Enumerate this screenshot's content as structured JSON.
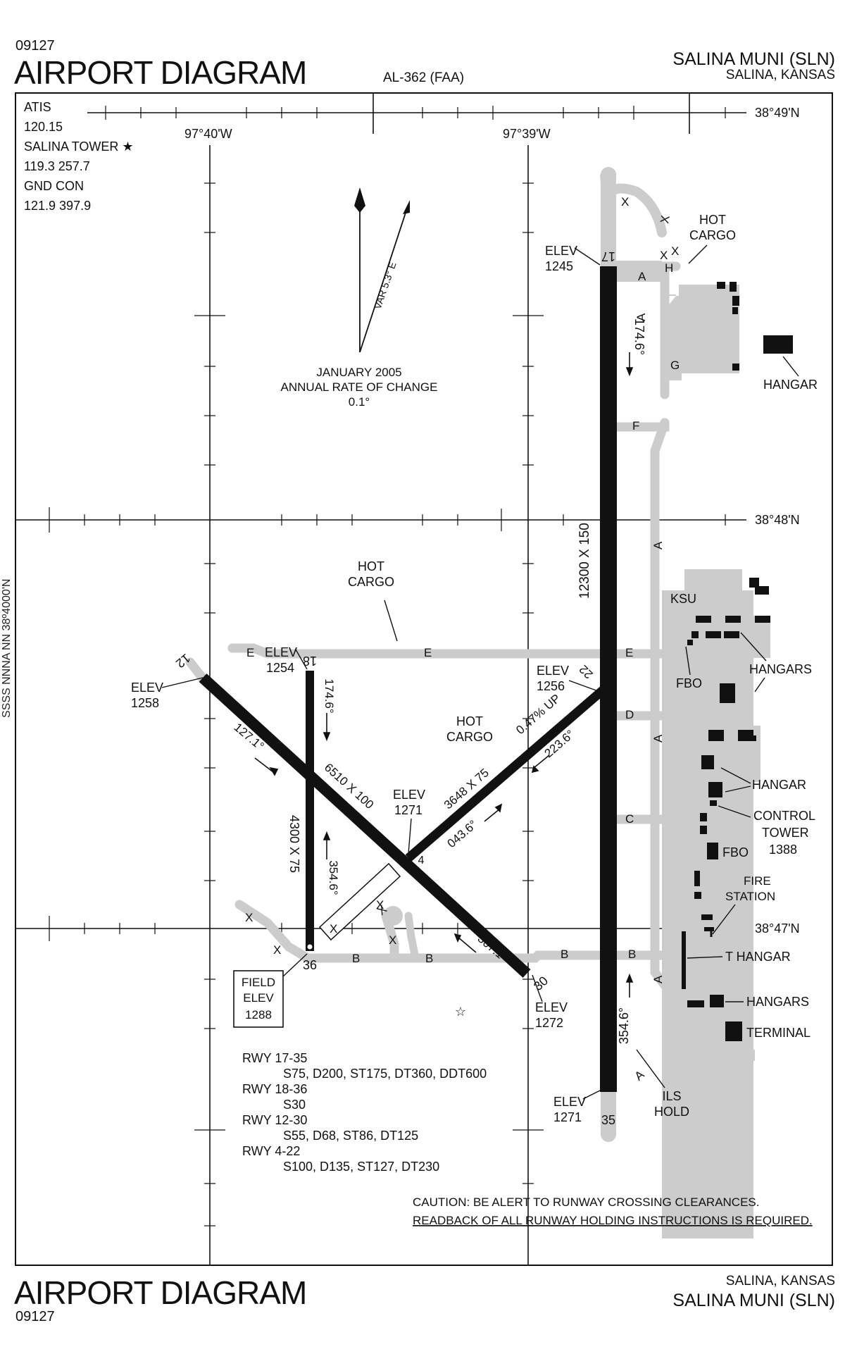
{
  "header": {
    "procedure_id": "09127",
    "title": "AIRPORT DIAGRAM",
    "procedure_number": "AL-362 (FAA)",
    "airport_name": "SALINA MUNI (SLN)",
    "city_state": "SALINA, KANSAS"
  },
  "footer": {
    "title": "AIRPORT DIAGRAM",
    "procedure_id": "09127",
    "city_state": "SALINA, KANSAS",
    "airport_name": "SALINA MUNI (SLN)"
  },
  "side_note": "SSSS NNNA NN 38º4000'N",
  "frequencies": {
    "atis_label": "ATIS",
    "atis_freq": "120.15",
    "tower_label": "SALINA TOWER ★",
    "tower_freq": "119.3  257.7",
    "gnd_label": "GND CON",
    "gnd_freq": "121.9  397.9"
  },
  "coordinates": {
    "lon_west": "97°40'W",
    "lon_east": "97°39'W",
    "lat_top": "38°49'N",
    "lat_mid": "38°48'N",
    "lat_bottom": "38°47'N"
  },
  "magnetic": {
    "variation": "VAR 5.3° E",
    "change_line1": "JANUARY 2005",
    "change_line2": "ANNUAL RATE OF CHANGE",
    "change_line3": "0.1°"
  },
  "runways": {
    "rwy_17_35": {
      "ends": [
        "17",
        "35"
      ],
      "dimensions": "12300 X 150",
      "headings": [
        "174.6°",
        "354.6°"
      ],
      "elev_17": [
        "ELEV",
        "1245"
      ],
      "elev_35": [
        "ELEV",
        "1271"
      ]
    },
    "rwy_18_36": {
      "ends": [
        "18",
        "36"
      ],
      "dimensions": "4300 X 75",
      "headings": [
        "174.6°",
        "354.6°"
      ],
      "elev_18": [
        "ELEV",
        "1254"
      ]
    },
    "rwy_12_30": {
      "ends": [
        "12",
        "30"
      ],
      "dimensions": "6510 X 100",
      "headings": [
        "127.1°",
        "307.1°"
      ],
      "elev_12": [
        "ELEV",
        "1258"
      ],
      "elev_30": [
        "ELEV",
        "1272"
      ]
    },
    "rwy_4_22": {
      "ends": [
        "4",
        "22"
      ],
      "dimensions": "3648 X 75",
      "slope": "0.47% UP",
      "headings": [
        "043.6°",
        "223.6°"
      ],
      "elev_22": [
        "ELEV",
        "1256"
      ],
      "elev_4": [
        "ELEV",
        "1271"
      ]
    }
  },
  "taxiways": [
    "A",
    "B",
    "C",
    "D",
    "E",
    "F",
    "G",
    "H"
  ],
  "labels": {
    "hot_cargo": [
      "HOT",
      "CARGO"
    ],
    "hangar": "HANGAR",
    "hangars": "HANGARS",
    "ksu": "KSU",
    "fbo": "FBO",
    "control_tower": [
      "CONTROL",
      "TOWER",
      "1388"
    ],
    "fire_station": [
      "FIRE",
      "STATION"
    ],
    "t_hangar": "T HANGAR",
    "terminal": "TERMINAL",
    "ils_hold": [
      "ILS",
      "HOLD"
    ],
    "field_elev": [
      "FIELD",
      "ELEV",
      "1288"
    ]
  },
  "strength": [
    {
      "rwy": "RWY 17-35",
      "data": "S75, D200, ST175, DT360, DDT600"
    },
    {
      "rwy": "RWY 18-36",
      "data": "S30"
    },
    {
      "rwy": "RWY 12-30",
      "data": "S55, D68, ST86, DT125"
    },
    {
      "rwy": "RWY 4-22",
      "data": "S100, D135, ST127, DT230"
    }
  ],
  "caution": {
    "line1": "CAUTION: BE ALERT TO RUNWAY CROSSING CLEARANCES.",
    "line2": "READBACK OF ALL RUNWAY HOLDING INSTRUCTIONS IS REQUIRED."
  }
}
